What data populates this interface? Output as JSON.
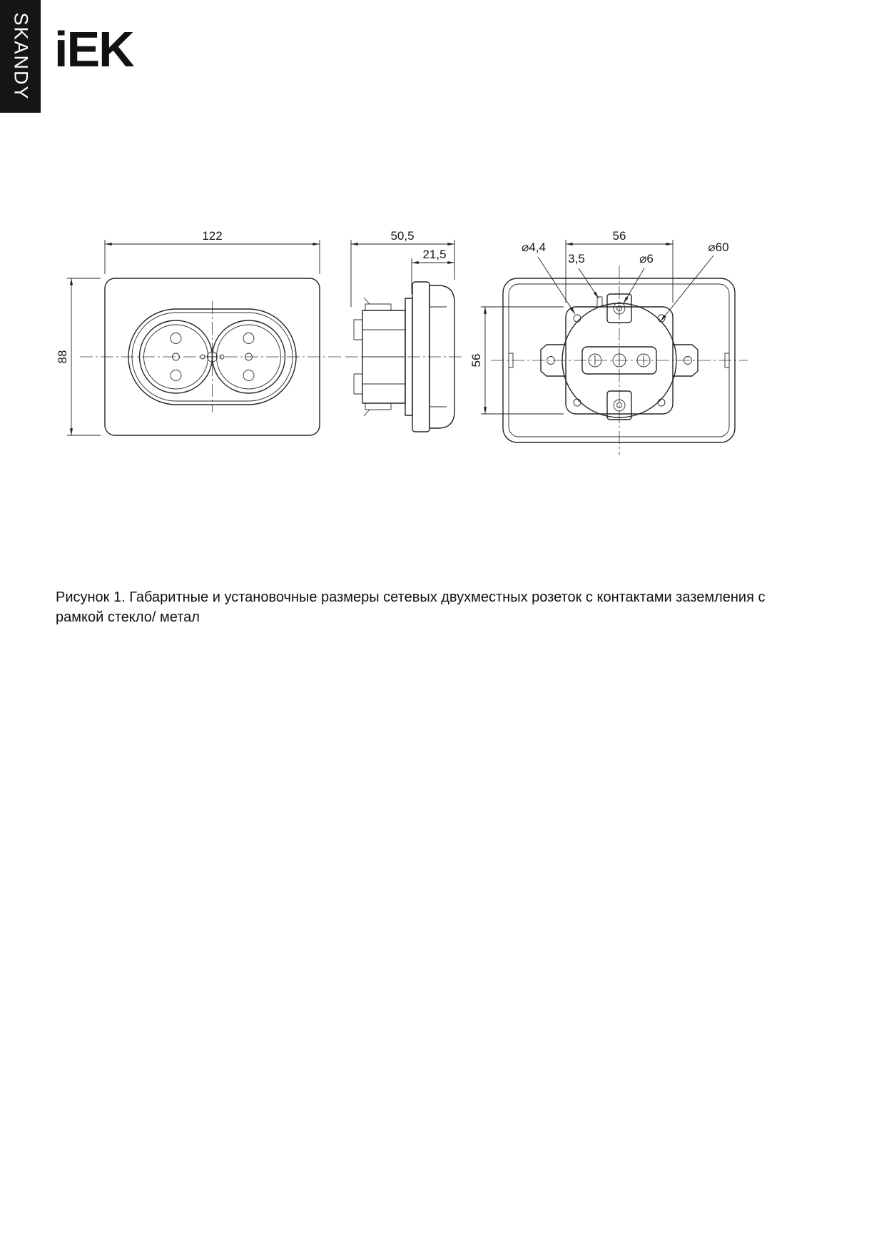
{
  "brand": {
    "series": "SKANDY",
    "logo": "iEK"
  },
  "front_view": {
    "width": "122",
    "height": "88"
  },
  "side_view": {
    "depth_total": "50,5",
    "depth_front": "21,5"
  },
  "back_view": {
    "mount_width": "56",
    "mount_height": "56",
    "hole_dia": "⌀4,4",
    "slot_width": "3,5",
    "screw_dia": "⌀6",
    "box_dia": "⌀60"
  },
  "figure_caption": {
    "line1": "Рисунок 1. Габаритные и установочные размеры сетевых двухместных розеток с контактами заземления с",
    "line2": "рамкой стекло/ метал"
  }
}
